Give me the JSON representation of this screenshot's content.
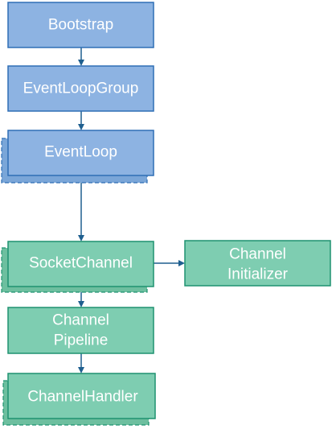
{
  "colors": {
    "blue_fill": "#8db3e2",
    "blue_stroke": "#2f6eb5",
    "green_fill": "#7ecdb1",
    "green_stroke": "#1f9270",
    "arrow": "#1f5f8f",
    "text": "#ffffff"
  },
  "nodes": {
    "bootstrap": {
      "label": "Bootstrap"
    },
    "event_loop_group": {
      "label": "EventLoopGroup"
    },
    "event_loop": {
      "label": "EventLoop"
    },
    "socket_channel": {
      "label": "SocketChannel"
    },
    "channel_initializer": {
      "line1": "Channel",
      "line2": "Initializer"
    },
    "channel_pipeline": {
      "line1": "Channel",
      "line2": "Pipeline"
    },
    "channel_handler": {
      "label": "ChannelHandler"
    }
  }
}
